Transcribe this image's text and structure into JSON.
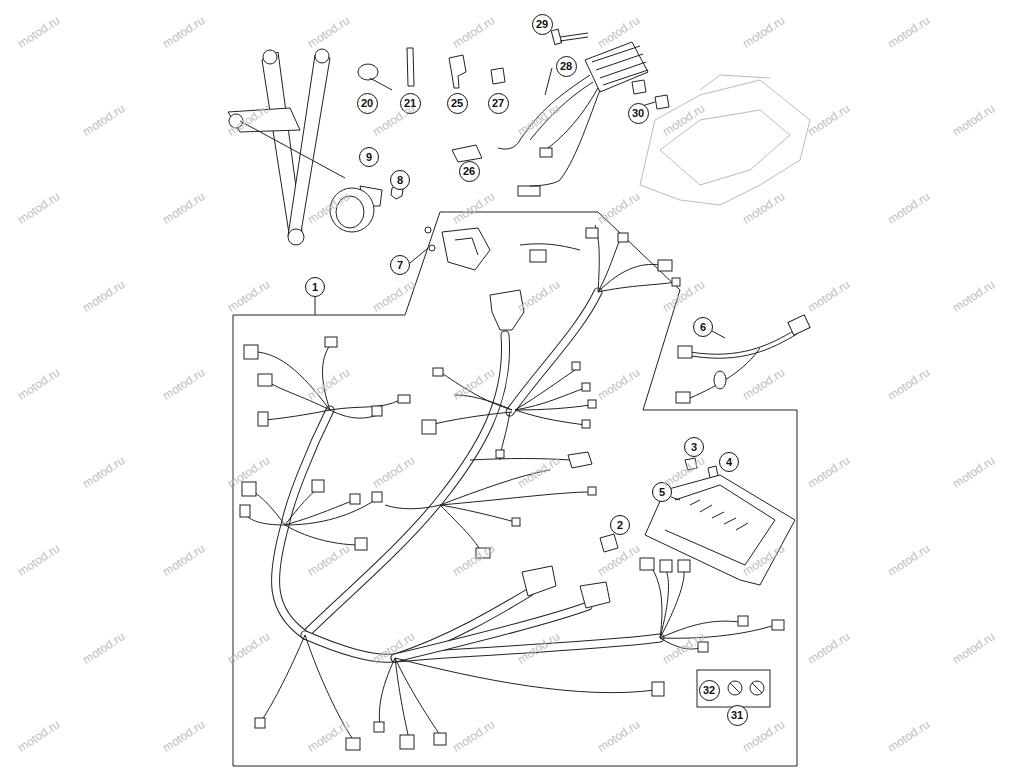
{
  "diagram": {
    "nodes": [
      {
        "text": [
          "29"
        ]
      },
      {
        "text": [
          "20"
        ]
      },
      {
        "text": [
          "21"
        ]
      },
      {
        "text": [
          "25"
        ]
      },
      {
        "text": [
          "27"
        ]
      },
      {
        "text": [
          "28"
        ]
      },
      {
        "text": [
          "9"
        ]
      },
      {
        "text": [
          "8"
        ]
      },
      {
        "text": [
          "30"
        ]
      },
      {
        "text": [
          "26"
        ]
      },
      {
        "text": [
          "7"
        ]
      },
      {
        "text": [
          "1"
        ]
      },
      {
        "text": [
          "6"
        ]
      },
      {
        "text": [
          "3"
        ]
      },
      {
        "text": [
          "4"
        ]
      },
      {
        "text": [
          "5"
        ]
      },
      {
        "text": [
          "2"
        ]
      },
      {
        "text": [
          "32"
        ]
      },
      {
        "text": [
          "31"
        ]
      }
    ],
    "labels": [
      "motod.ru",
      "motod.ru",
      "motod.ru",
      "motod.ru",
      "motod.ru",
      "motod.ru",
      "motod.ru",
      "motod.ru",
      "motod.ru",
      "motod.ru",
      "motod.ru",
      "motod.ru",
      "motod.ru",
      "motod.ru",
      "motod.ru",
      "motod.ru",
      "motod.ru",
      "motod.ru",
      "motod.ru",
      "motod.ru",
      "motod.ru",
      "motod.ru",
      "motod.ru",
      "motod.ru",
      "motod.ru",
      "motod.ru",
      "motod.ru",
      "motod.ru",
      "motod.ru",
      "motod.ru",
      "motod.ru",
      "motod.ru",
      "motod.ru",
      "motod.ru",
      "motod.ru",
      "motod.ru",
      "motod.ru",
      "motod.ru",
      "motod.ru",
      "motod.ru",
      "motod.ru",
      "motod.ru",
      "motod.ru",
      "motod.ru",
      "motod.ru",
      "motod.ru",
      "motod.ru",
      "motod.ru",
      "motod.ru",
      "motod.ru",
      "motod.ru",
      "motod.ru",
      "motod.ru",
      "motod.ru",
      "motod.ru",
      "motod.ru",
      "motod.ru",
      "motod.ru",
      "motod.ru",
      "motod.ru",
      "motod.ru",
      "motod.ru",
      "motod.ru"
    ]
  }
}
